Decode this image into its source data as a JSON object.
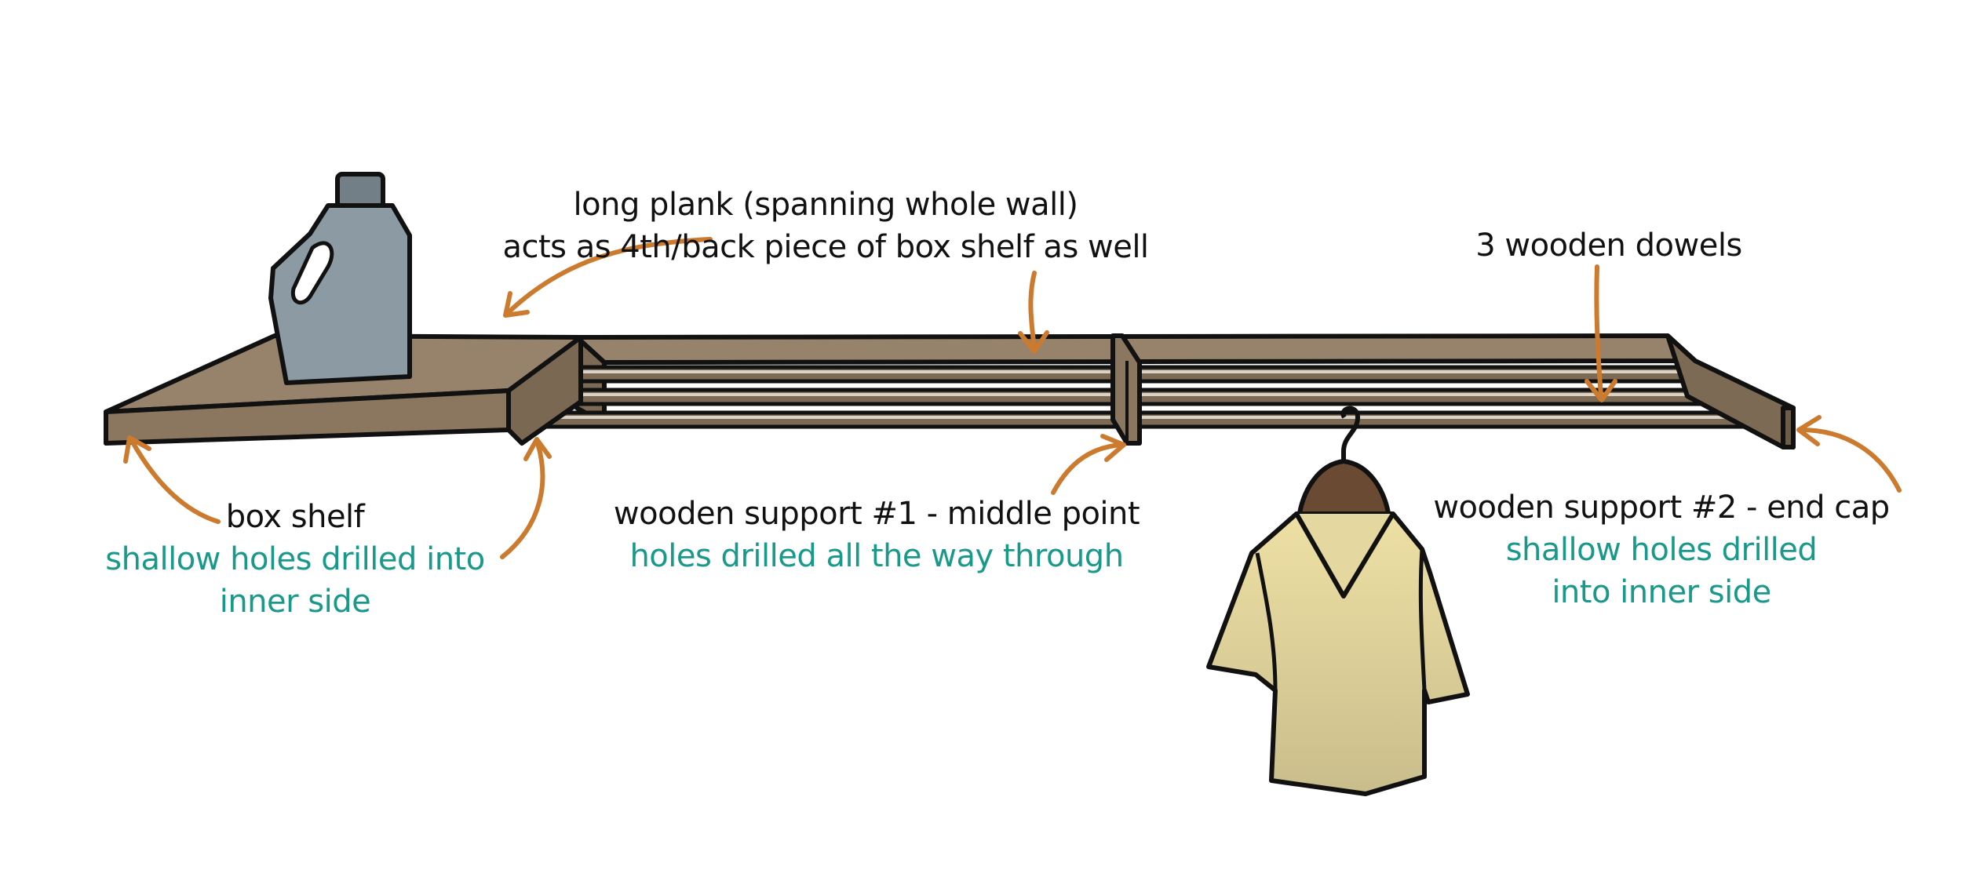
{
  "colors": {
    "wood": "#8b7760",
    "wood_top": "#97836b",
    "wood_dark": "#6e5c47",
    "outline": "#111111",
    "dowel": "#7d6a55",
    "dowel_highlight": "#d9d2c7",
    "jug": "#8c9aa3",
    "jug_cap": "#737f87",
    "hanger": "#6b4a33",
    "shirt": "#d8cc92",
    "arrow": "#cc7a2e",
    "label_dark": "#111111",
    "label_teal": "#18998a"
  },
  "icons": [
    "detergent-jug-icon",
    "hanger-icon",
    "shirt-icon"
  ],
  "labels": {
    "long_plank": {
      "line1": "long plank (spanning whole wall)",
      "line2": "acts as 4th/back piece of box shelf as well"
    },
    "dowels": {
      "line1": "3 wooden dowels"
    },
    "box_shelf": {
      "title": "box shelf",
      "note1": "shallow holes drilled into",
      "note2": "inner side"
    },
    "support_1": {
      "title": "wooden support #1 - middle point",
      "note1": "holes drilled all the way through"
    },
    "support_2": {
      "title": "wooden support #2 - end cap",
      "note1": "shallow holes drilled",
      "note2": "into inner side"
    }
  }
}
